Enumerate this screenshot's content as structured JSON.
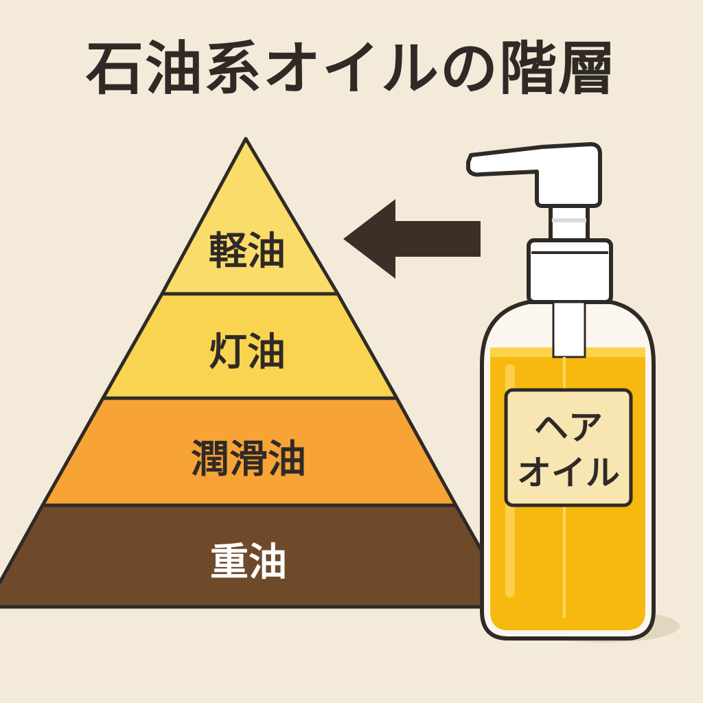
{
  "title": "石油系オイルの階層",
  "pyramid": {
    "layers": [
      {
        "label": "軽油",
        "color": "#f9dc6a"
      },
      {
        "label": "灯油",
        "color": "#f9d451"
      },
      {
        "label": "潤滑油",
        "color": "#f8a336"
      },
      {
        "label": "重油",
        "color": "#6e4a2b"
      }
    ]
  },
  "bottle": {
    "label_line1": "ヘア",
    "label_line2": "オイル",
    "oil_color": "#f7b90f"
  },
  "colors": {
    "background": "#f4ead9",
    "outline": "#2f2a26",
    "arrow": "#3b2f28"
  }
}
